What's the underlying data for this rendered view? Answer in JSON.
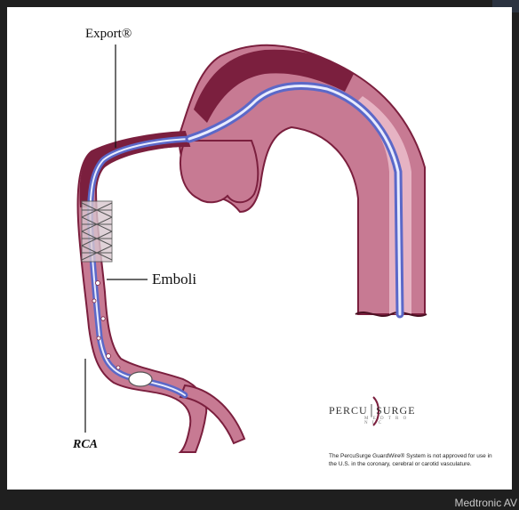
{
  "labels": {
    "export": "Export®",
    "emboli": "Emboli",
    "rca": "RCA"
  },
  "brand": {
    "name": "PERCU│SURGE",
    "tagline": "M E D T R O N I C"
  },
  "disclaimer": "The PercuSurge GuardWire® System is not approved for use in the U.S. in the coronary, cerebral or carotid vasculature.",
  "footer": "Medtronic AV",
  "colors": {
    "vessel_outer": "#7b1f3e",
    "vessel_wall": "#c77a93",
    "vessel_inner": "#e6b3c3",
    "guidewire": "#5b68c8",
    "highlight": "#e8ecff",
    "background": "#ffffff",
    "frame": "#1f1f1f"
  }
}
